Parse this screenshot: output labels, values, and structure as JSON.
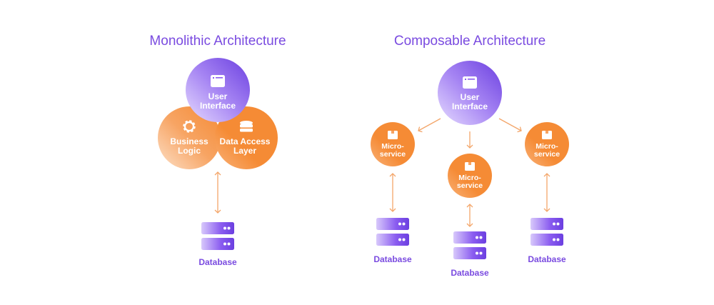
{
  "monolithic": {
    "title": "Monolithic Architecture",
    "user_interface": [
      "User",
      "Interface"
    ],
    "business_logic": [
      "Business",
      "Logic"
    ],
    "data_access_layer": [
      "Data Access",
      "Layer"
    ],
    "database": "Database"
  },
  "composable": {
    "title": "Composable Architecture",
    "user_interface": [
      "User",
      "Interface"
    ],
    "microservices": [
      {
        "label": [
          "Micro-",
          "service"
        ],
        "database": "Database"
      },
      {
        "label": [
          "Micro-",
          "service"
        ],
        "database": "Database"
      },
      {
        "label": [
          "Micro-",
          "service"
        ],
        "database": "Database"
      }
    ]
  },
  "colors": {
    "purple": "#7a4be0",
    "orange": "#f58b35",
    "arrow": "#f3a66a"
  }
}
